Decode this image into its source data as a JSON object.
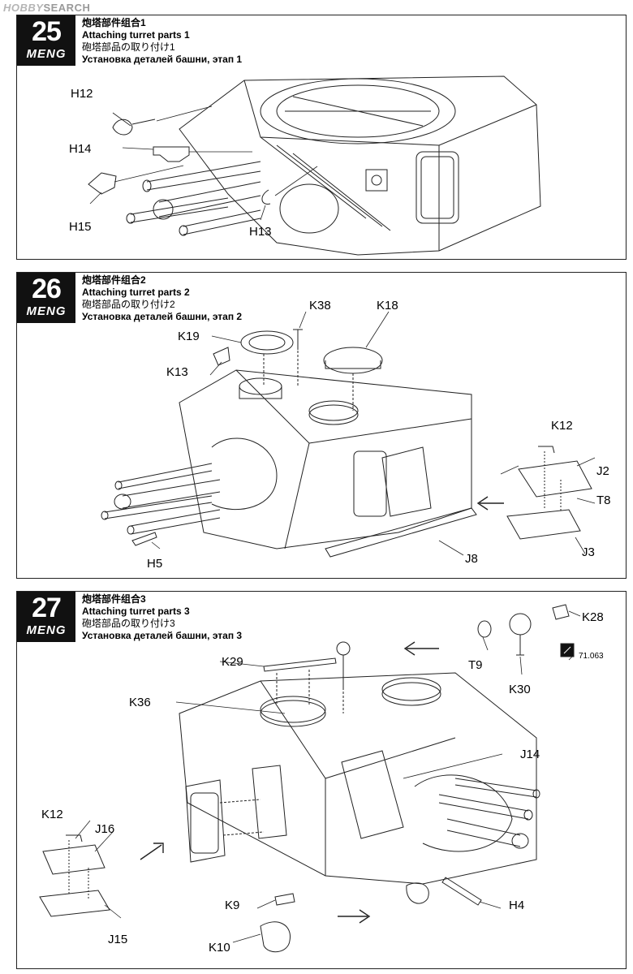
{
  "watermark": {
    "logo": "HOBBY",
    "text": "SEARCH"
  },
  "brand": "MENG",
  "steps": [
    {
      "number": "25",
      "title_cn": "炮塔部件组合1",
      "title_en": "Attaching turret parts 1",
      "title_jp": "砲塔部品の取り付け1",
      "title_ru": "Установка деталей башни, этап 1",
      "parts": {
        "h12": "H12",
        "h14": "H14",
        "h15": "H15",
        "h13": "H13"
      }
    },
    {
      "number": "26",
      "title_cn": "炮塔部件组合2",
      "title_en": "Attaching turret parts 2",
      "title_jp": "砲塔部品の取り付け2",
      "title_ru": "Установка деталей башни, этап 2",
      "parts": {
        "k38": "K38",
        "k18": "K18",
        "k19": "K19",
        "k13": "K13",
        "k12": "K12",
        "j2": "J2",
        "t8": "T8",
        "j3": "J3",
        "j8": "J8",
        "h5": "H5"
      }
    },
    {
      "number": "27",
      "title_cn": "炮塔部件组合3",
      "title_en": "Attaching turret parts 3",
      "title_jp": "砲塔部品の取り付け3",
      "title_ru": "Установка деталей башни, этап 3",
      "parts": {
        "k28": "K28",
        "t9": "T9",
        "k30": "K30",
        "k29": "K29",
        "k36": "K36",
        "j14": "J14",
        "k12": "K12",
        "j16": "J16",
        "j15": "J15",
        "k9": "K9",
        "k10": "K10",
        "h4": "H4"
      },
      "paint_code": "71.063"
    }
  ]
}
